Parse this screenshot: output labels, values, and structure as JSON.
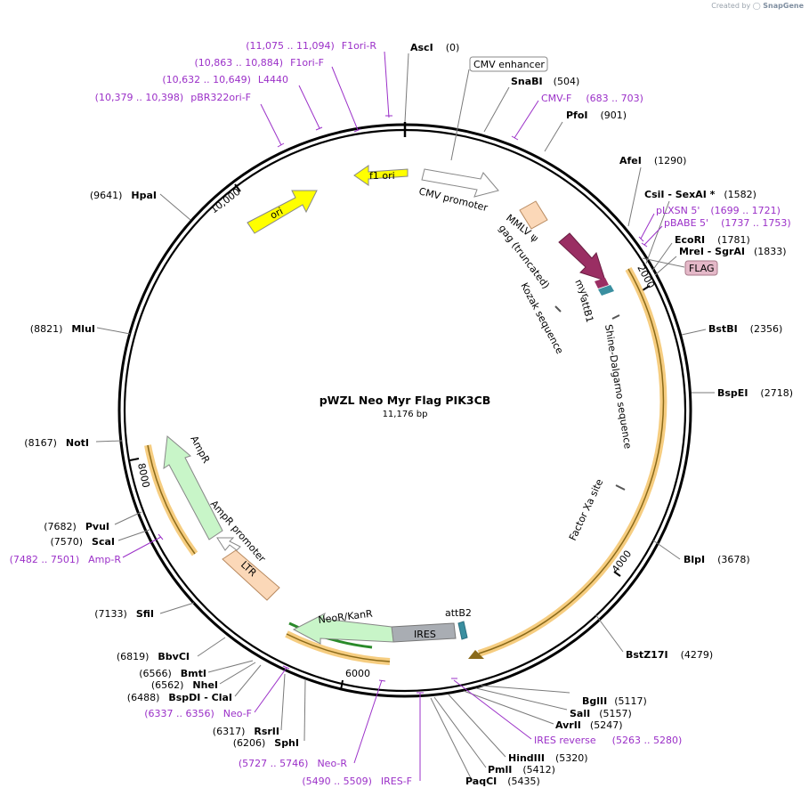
{
  "credit": {
    "prefix": "Created by",
    "brand": "SnapGene"
  },
  "plasmid": {
    "name": "pWZL Neo Myr Flag PIK3CB",
    "size": "11,176 bp"
  },
  "ticks": [
    "10,000",
    "2000",
    "4000",
    "6000",
    "8000"
  ],
  "enzymes": [
    {
      "name": "AscI",
      "pos": "(0)"
    },
    {
      "name": "SnaBI",
      "pos": "(504)"
    },
    {
      "name": "PfoI",
      "pos": "(901)"
    },
    {
      "name": "AfeI",
      "pos": "(1290)"
    },
    {
      "name": "CsiI",
      "extra": " - SexAI *",
      "pos": "(1582)"
    },
    {
      "name": "EcoRI",
      "pos": "(1781)"
    },
    {
      "name": "MreI",
      "extra": " - SgrAI",
      "pos": "(1833)"
    },
    {
      "name": "BstBI",
      "pos": "(2356)"
    },
    {
      "name": "BspEI",
      "pos": "(2718)"
    },
    {
      "name": "BlpI",
      "pos": "(3678)"
    },
    {
      "name": "BstZ17I",
      "pos": "(4279)"
    },
    {
      "name": "BglII",
      "pos": "(5117)"
    },
    {
      "name": "SalI",
      "pos": "(5157)"
    },
    {
      "name": "AvrII",
      "pos": "(5247)"
    },
    {
      "name": "HindIII",
      "pos": "(5320)"
    },
    {
      "name": "PmlI",
      "pos": "(5412)"
    },
    {
      "name": "PaqCI",
      "pos": "(5435)"
    },
    {
      "name": "SphI",
      "pos": "(6206)"
    },
    {
      "name": "RsrII",
      "pos": "(6317)"
    },
    {
      "name": "BspDI",
      "extra": " - ClaI",
      "pos": "(6488)"
    },
    {
      "name": "NheI",
      "pos": "(6562)"
    },
    {
      "name": "BmtI",
      "pos": "(6566)"
    },
    {
      "name": "BbvCI",
      "pos": "(6819)"
    },
    {
      "name": "SfiI",
      "pos": "(7133)"
    },
    {
      "name": "ScaI",
      "pos": "(7570)"
    },
    {
      "name": "PvuI",
      "pos": "(7682)"
    },
    {
      "name": "NotI",
      "pos": "(8167)"
    },
    {
      "name": "MluI",
      "pos": "(8821)"
    },
    {
      "name": "HpaI",
      "pos": "(9641)"
    }
  ],
  "primers": [
    {
      "name": "F1ori-R",
      "range": "(11,075 .. 11,094)"
    },
    {
      "name": "F1ori-F",
      "range": "(10,863 .. 10,884)"
    },
    {
      "name": "L4440",
      "range": "(10,632 .. 10,649)"
    },
    {
      "name": "pBR322ori-F",
      "range": "(10,379 .. 10,398)"
    },
    {
      "name": "CMV-F",
      "range": "(683 .. 703)"
    },
    {
      "name": "pLXSN 5'",
      "range": "(1699 .. 1721)"
    },
    {
      "name": "pBABE 5'",
      "range": "(1737 .. 1753)"
    },
    {
      "name": "IRES reverse",
      "range": "(5263 .. 5280)"
    },
    {
      "name": "IRES-F",
      "range": "(5490 .. 5509)"
    },
    {
      "name": "Neo-R",
      "range": "(5727 .. 5746)"
    },
    {
      "name": "Neo-F",
      "range": "(6337 .. 6356)"
    },
    {
      "name": "Amp-R",
      "range": "(7482 .. 7501)"
    }
  ],
  "features": {
    "cmv_enhancer": "CMV enhancer",
    "flag": "FLAG",
    "f1_ori": "f1 ori",
    "ori": "ori",
    "cmv_promoter": "CMV promoter",
    "mmlv_1": "MMLV ψ",
    "mmlv_2": "gag (truncated)",
    "myr": "myr",
    "attb1": "attB1",
    "kozak": "Kozak sequence",
    "shine": "Shine-Dalgarno sequence",
    "factor_xa": "Factor Xa site",
    "attb2": "attB2",
    "ires": "IRES",
    "neo": "NeoR/KanR",
    "ltr": "LTR",
    "ampr": "AmpR",
    "ampr_promoter": "AmpR promoter"
  },
  "colors": {
    "backbone": "#000000",
    "enzyme_label": "#000000",
    "primer": "#9b30c8",
    "ori": "#ffff00",
    "promoter": "#ffffff",
    "ltr": "#fbd8b8",
    "myr": "#9a2e63",
    "attb": "#3a8fa0",
    "ires": "#a9adb3",
    "neo": "#c8f5c8",
    "ampr": "#c8f5c8",
    "orf": "#f5c46a",
    "flag": "#e4b8c8"
  }
}
